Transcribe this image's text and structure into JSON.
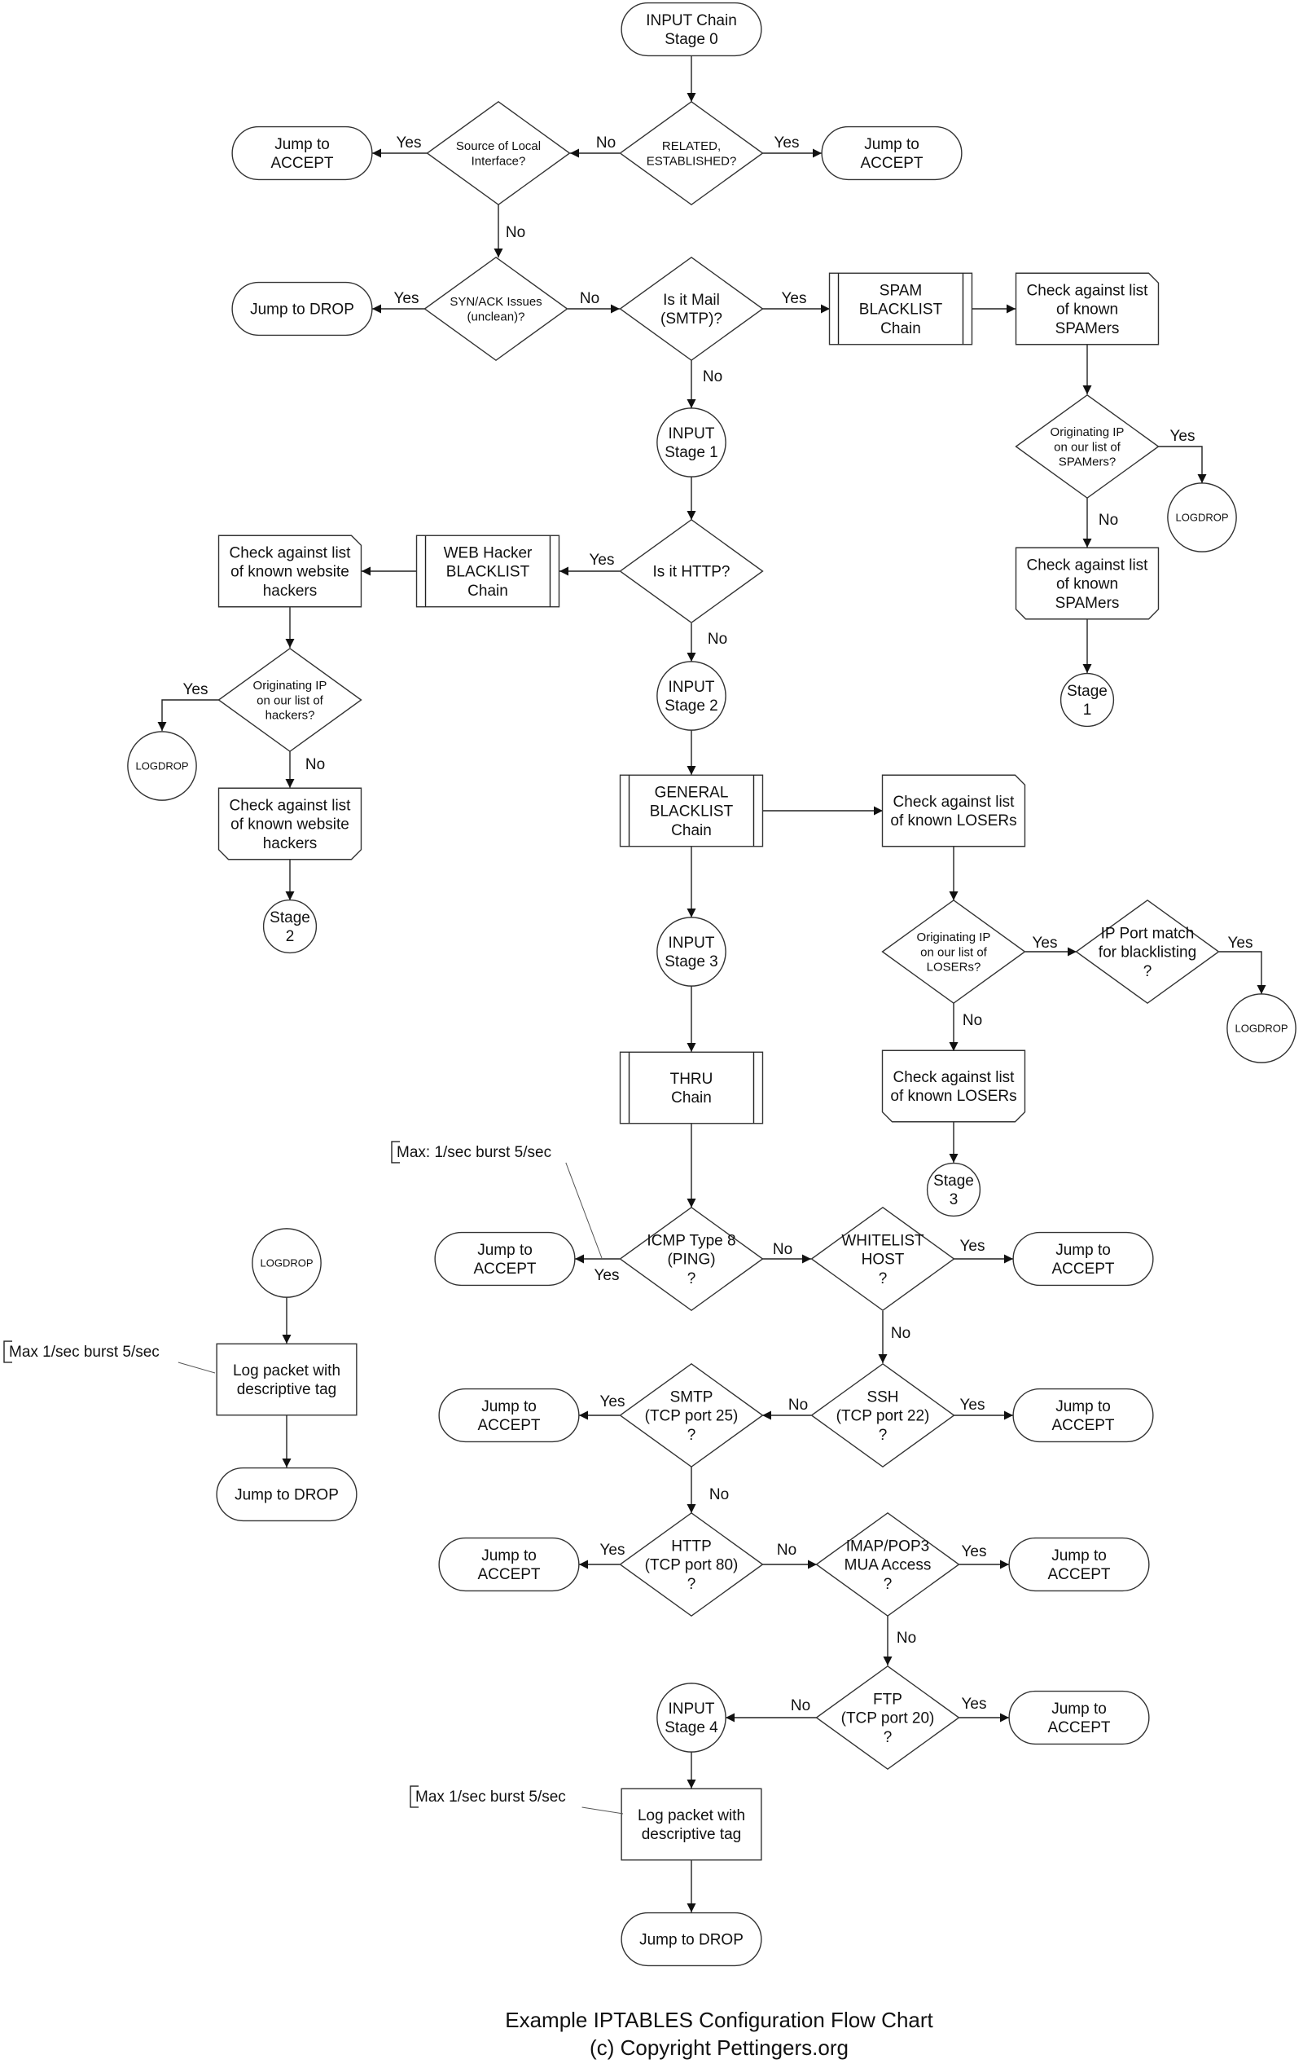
{
  "nodes": {
    "n_input0": "INPUT Chain\nStage 0",
    "n_related": "RELATED,\nESTABLISHED?",
    "n_acc_related": "Jump to\nACCEPT",
    "n_local": "Source of Local\nInterface?",
    "n_acc_local": "Jump to\nACCEPT",
    "n_synack": "SYN/ACK Issues\n(unclean)?",
    "n_drop_syn": "Jump to DROP",
    "n_mail": "Is it Mail\n(SMTP)?",
    "n_spamchain": "SPAM\nBLACKLIST\nChain",
    "n_spamcheck1": "Check against list\nof known\nSPAMers",
    "n_spamq": "Originating IP\non our list of\nSPAMers?",
    "n_logdrop_spam": "LOGDROP",
    "n_spamcheck2": "Check against list\nof known\nSPAMers",
    "n_stage1_ret": "Stage\n1",
    "n_input1": "INPUT\nStage 1",
    "n_http": "Is it HTTP?",
    "n_webchain": "WEB Hacker\nBLACKLIST\nChain",
    "n_webcheck1": "Check against list\nof known website\nhackers",
    "n_webq": "Originating IP\non our list of\nhackers?",
    "n_logdrop_web": "LOGDROP",
    "n_webcheck2": "Check against list\nof known website\nhackers",
    "n_stage2_ret": "Stage\n2",
    "n_input2": "INPUT\nStage 2",
    "n_genchain": "GENERAL\nBLACKLIST\nChain",
    "n_losercheck1": "Check against list\nof known LOSERs",
    "n_loserq": "Originating IP\non our list of\nLOSERs?",
    "n_portmatch": "IP Port match\nfor blacklisting\n?",
    "n_logdrop_port": "LOGDROP",
    "n_losercheck2": "Check against list\nof known LOSERs",
    "n_stage3_ret": "Stage\n3",
    "n_input3": "INPUT\nStage 3",
    "n_thru": "THRU\nChain",
    "n_icmp": "ICMP Type 8\n(PING)\n?",
    "n_acc_icmp": "Jump to\nACCEPT",
    "n_whitelist": "WHITELIST\nHOST\n?",
    "n_acc_white": "Jump to\nACCEPT",
    "n_ssh": "SSH\n(TCP port 22)\n?",
    "n_acc_ssh": "Jump to\nACCEPT",
    "n_smtp": "SMTP\n(TCP port 25)\n?",
    "n_acc_smtp": "Jump to\nACCEPT",
    "n_http80": "HTTP\n(TCP port 80)\n?",
    "n_acc_http": "Jump to\nACCEPT",
    "n_imap": "IMAP/POP3\nMUA Access\n?",
    "n_acc_imap": "Jump to\nACCEPT",
    "n_ftp": "FTP\n(TCP port 20)\n?",
    "n_acc_ftp": "Jump to\nACCEPT",
    "n_input4": "INPUT\nStage 4",
    "n_log4": "Log packet with\ndescriptive tag",
    "n_drop4": "Jump to DROP",
    "n_logdrop_def": "LOGDROP",
    "n_logdef": "Log packet with\ndescriptive tag",
    "n_dropdef": "Jump to DROP"
  },
  "annotations": {
    "a_icmp": "Max: 1/sec burst 5/sec",
    "a_logdef": "Max 1/sec burst 5/sec",
    "a_log4": "Max 1/sec burst 5/sec"
  },
  "edge_labels": {
    "yes": "Yes",
    "no": "No"
  },
  "footer": {
    "title": "Example IPTABLES Configuration Flow Chart",
    "copyright": "(c) Copyright Pettingers.org"
  }
}
